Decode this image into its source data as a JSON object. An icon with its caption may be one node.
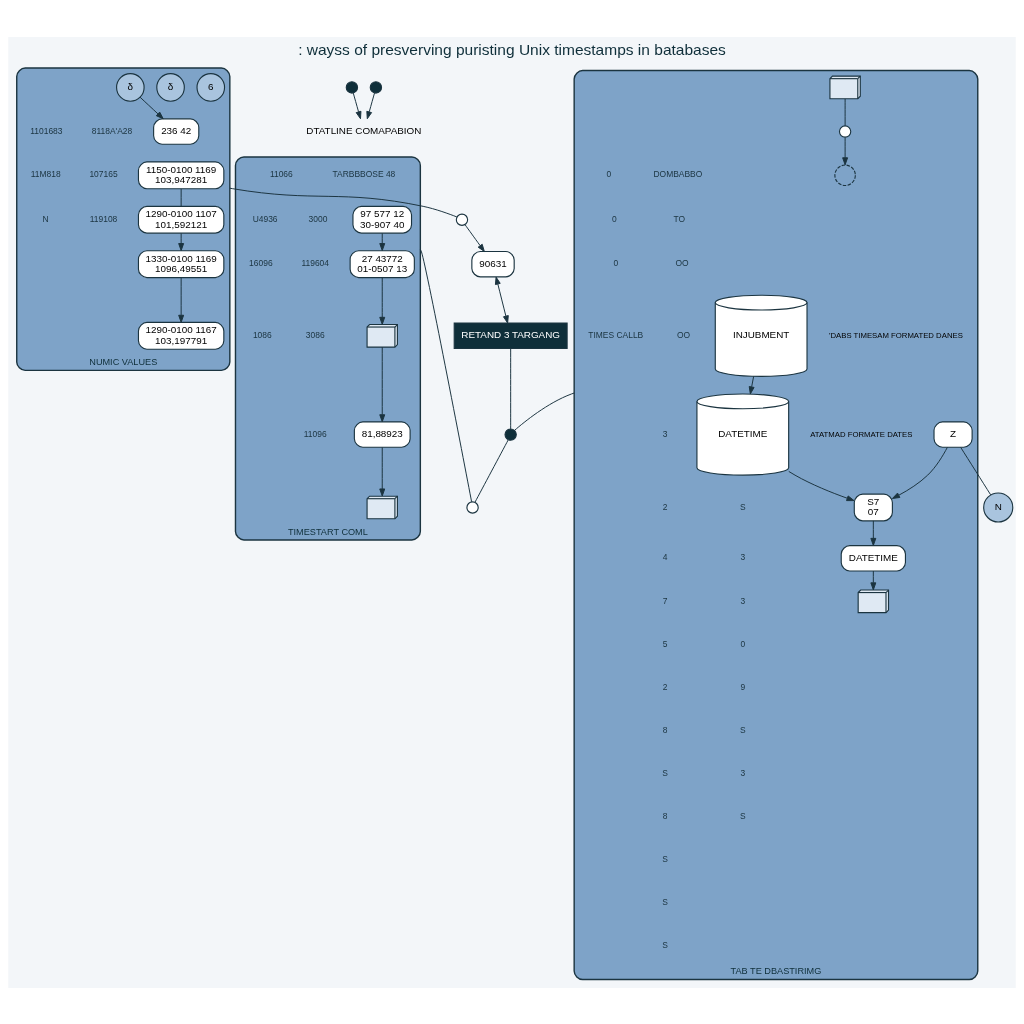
{
  "diagram": {
    "title": ": wayss of presverving puristing Unix timestamps in batabases",
    "nodes": [
      {
        "text": [
          "NUMIC VALUES"
        ]
      },
      {
        "text": [
          "1150-0100 1169",
          "103,947281"
        ],
        "in": 0
      },
      {
        "text": [
          "1290-0100 1107",
          "101,592121"
        ],
        "in": 0
      },
      {
        "text": [
          "1330-0100 1169",
          "1096,49551"
        ],
        "in": 0
      },
      {
        "text": [
          "1290-0100 1167",
          "103,197791"
        ],
        "in": 0
      },
      {
        "text": [
          "6"
        ],
        "in": 0
      },
      {
        "text": [
          "δ"
        ],
        "in": 0
      },
      {
        "text": [
          "δ"
        ],
        "in": 0
      },
      {
        "text": [
          "236 42"
        ],
        "in": 0
      },
      {
        "text": [
          "TAB TE DBASTIRIMG"
        ]
      },
      {
        "text": [
          "INJUBMENT"
        ],
        "in": 9,
        "beside": [
          "'DABS TIMESAM FORMATED DANES"
        ]
      },
      {
        "text": [
          "DATETIME"
        ],
        "in": 9,
        "beside": [
          "ATATMAD FORMATE DATES"
        ]
      },
      {
        "text": [],
        "shape": "picture",
        "in": 9
      },
      {
        "text": [],
        "shape": "circle",
        "in": 9
      },
      {
        "text": [],
        "shape": "circle",
        "in": 9
      },
      {
        "text": [
          "Z"
        ],
        "in": 9
      },
      {
        "text": [
          "N"
        ]
      },
      {
        "text": [
          "S7",
          "07"
        ],
        "in": 9
      },
      {
        "text": [
          "DATETIME"
        ],
        "in": 9
      },
      {
        "text": [],
        "shape": "picture",
        "in": 9
      },
      {
        "text": [
          "TIMESTART COML"
        ]
      },
      {
        "text": [
          "97 577 12",
          "30-907 40"
        ],
        "in": 20
      },
      {
        "text": [
          "27 43772",
          "01-0507 13"
        ],
        "in": 20
      },
      {
        "text": [],
        "shape": "picture",
        "in": 20
      },
      {
        "text": [
          "81,88923"
        ],
        "in": 20
      },
      {
        "text": [],
        "shape": "picture",
        "in": 20
      },
      {
        "text": [],
        "shape": "circle"
      },
      {
        "text": [
          "DTATLINE COMAPABION"
        ]
      },
      {
        "text": [],
        "shape": "circle"
      },
      {
        "text": [],
        "shape": "circle"
      },
      {
        "text": [
          "90631"
        ]
      },
      {
        "text": [
          "RETAND 3 TARGANG"
        ]
      },
      {
        "text": [],
        "shape": "circle"
      },
      {
        "text": [],
        "shape": "circle"
      }
    ],
    "edges": [
      {
        "from": 26,
        "to": 27,
        "arrow": "to"
      },
      {
        "from": 28,
        "to": 27,
        "arrow": "to"
      },
      {
        "from": 1,
        "to": 2,
        "arrow": "none"
      },
      {
        "from": 2,
        "to": 3,
        "arrow": "to"
      },
      {
        "from": 3,
        "to": 4,
        "arrow": "to"
      },
      {
        "from": 7,
        "to": 8,
        "arrow": "to"
      },
      {
        "from": 10,
        "to": 11,
        "arrow": "to"
      },
      {
        "from": 12,
        "to": 13,
        "arrow": "none"
      },
      {
        "from": 13,
        "to": 14,
        "arrow": "to"
      },
      {
        "from": 15,
        "to": 16,
        "arrow": "none"
      },
      {
        "from": 15,
        "to": 17,
        "arrow": "to"
      },
      {
        "from": 11,
        "to": 17,
        "arrow": "to"
      },
      {
        "from": 17,
        "to": 18,
        "arrow": "to"
      },
      {
        "from": 18,
        "to": 19,
        "arrow": "to"
      },
      {
        "from": 21,
        "to": 22,
        "arrow": "to"
      },
      {
        "from": 22,
        "to": 23,
        "arrow": "to"
      },
      {
        "from": 23,
        "to": 24,
        "arrow": "to"
      },
      {
        "from": 24,
        "to": 25,
        "arrow": "to"
      },
      {
        "from": 0,
        "to": 29,
        "arrow": "none"
      },
      {
        "from": 29,
        "to": 30,
        "arrow": "to"
      },
      {
        "from": 30,
        "to": 31,
        "arrow": "both"
      },
      {
        "from": 31,
        "to": 32,
        "arrow": "none"
      },
      {
        "from": 9,
        "to": 32,
        "arrow": "none"
      },
      {
        "from": 32,
        "to": 33,
        "arrow": "none"
      },
      {
        "from": 20,
        "to": 33,
        "arrow": "none"
      }
    ],
    "labels": [
      "8118A'A28",
      "1101683",
      "107165",
      "11M818",
      "119108",
      "N",
      "3",
      "2",
      "4",
      "7",
      "5",
      "2",
      "8",
      "S",
      "8",
      "S",
      "S",
      "S",
      "S",
      "3",
      "3",
      "0",
      "9",
      "S",
      "3",
      "S",
      "DOMBABBO",
      "0",
      "TO",
      "0",
      "OO",
      "0",
      "OO",
      "TIMES CALLB",
      "TARBBBOSE 48",
      "11066",
      "3000",
      "U4936",
      "119604",
      "16096",
      "3086",
      "1086",
      "11096"
    ]
  }
}
